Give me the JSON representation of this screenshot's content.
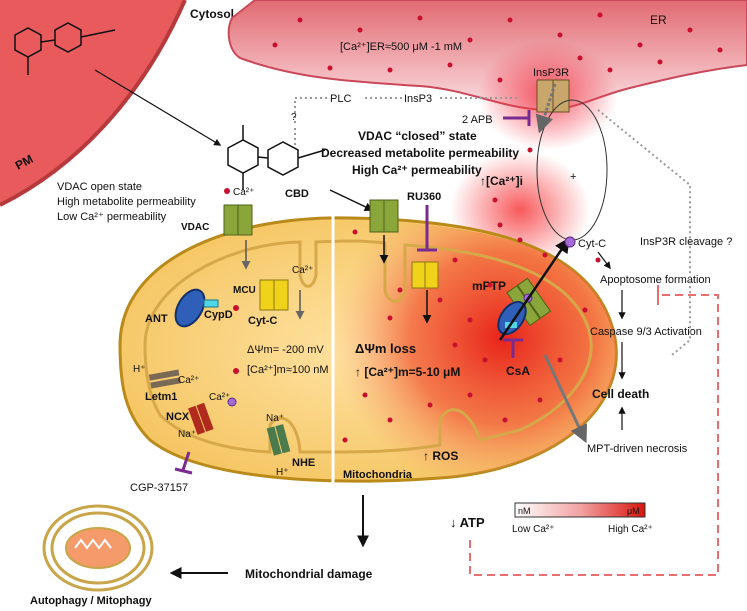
{
  "labels": {
    "cytosol": "Cytosol",
    "pm": "PM",
    "er": "ER",
    "ca_er": "[Ca²⁺]ER≈500 μM -1 mM",
    "insp3r": "InsP3R",
    "plc": "PLC",
    "insp3": "InsP3",
    "question": "?",
    "apb": "2 APB",
    "vdac_closed_1": "VDAC “closed” state",
    "vdac_closed_2": "Decreased metabolite permeability",
    "vdac_closed_3": "High Ca²⁺ permeability",
    "ca_i": "↑[Ca²⁺]i",
    "plus": "+",
    "vdac_open_1": "VDAC open state",
    "vdac_open_2": "High metabolite permeability",
    "vdac_open_3": "Low Ca²⁺ permeability",
    "cbd": "CBD",
    "vdac": "VDAC",
    "ca": "Ca²⁺",
    "mcu": "MCU",
    "ant": "ANT",
    "cypd": "CypD",
    "cytc": "Cyt-C",
    "dpsi": "ΔΨm= -200 mV",
    "ca_m": "[Ca²⁺]m≈100 nM",
    "h": "H⁺",
    "letm1": "Letm1",
    "ncx": "NCX",
    "na": "Na⁺",
    "nhe": "NHE",
    "cgp": "CGP-37157",
    "ru360": "RU360",
    "dpsi_loss": "ΔΨm loss",
    "ca_m_high": "↑ [Ca²⁺]m=5-10 μM",
    "mptp": "mPTP",
    "csa": "CsA",
    "ros": "↑ ROS",
    "mitochondria": "Mitochondria",
    "cytc_out": "Cyt-C",
    "insp3r_cleavage": "InsP3R cleavage ?",
    "apoptosome": "Apoptosome formation",
    "caspase": "Caspase 9/3 Activation",
    "cell_death": "Cell death",
    "mpt_necrosis": "MPT-driven necrosis",
    "atp": "↓ ATP",
    "legend_nm": "nM",
    "legend_um": "μM",
    "legend_low": "Low Ca²⁺",
    "legend_high": "High Ca²⁺",
    "mito_damage": "Mitochondrial damage",
    "autophagy": "Autophagy / Mitophagy"
  },
  "colors": {
    "pm_red": "#e8585a",
    "er_pink": "#f2b8bd",
    "mito_fill": "#f7cd7a",
    "mito_edge": "#b98a1a",
    "vdac_green": "#8aa63a",
    "mcu_yellow": "#f1d21b",
    "ant_blue": "#2f5fb8",
    "high_ca_red": "#e32b1c",
    "inhibitor_purple": "#7a2b8f"
  }
}
